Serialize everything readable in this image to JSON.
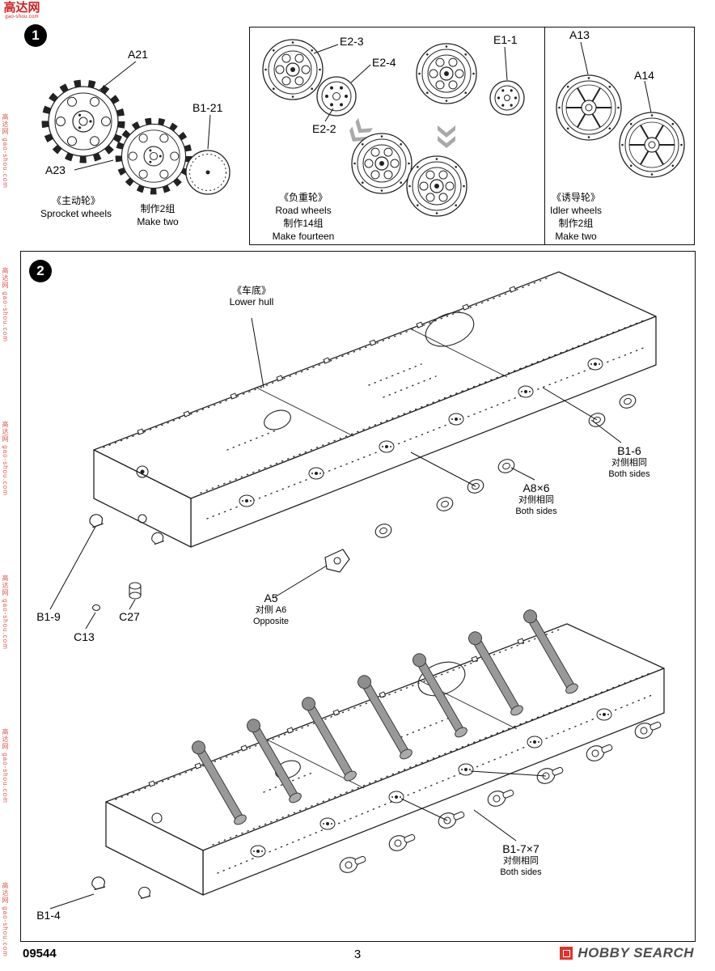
{
  "watermark": {
    "site_name": "高达网",
    "site_url": "gao-shou.com",
    "strip_text": "高达网 gao-shou.com"
  },
  "step1": {
    "number": "1",
    "sprocket": {
      "labels": {
        "a21": "A21",
        "a23": "A23",
        "b121": "B1-21"
      },
      "caption_cn": "《主动轮》",
      "caption_en": "Sprocket wheels",
      "make_cn": "制作2组",
      "make_en": "Make two"
    },
    "road": {
      "labels": {
        "e23": "E2-3",
        "e24": "E2-4",
        "e22": "E2-2",
        "e11": "E1-1"
      },
      "caption_cn": "《负重轮》",
      "caption_en": "Road wheels",
      "make_cn": "制作14组",
      "make_en": "Make fourteen"
    },
    "idler": {
      "labels": {
        "a13": "A13",
        "a14": "A14"
      },
      "caption_cn": "《诱导轮》",
      "caption_en": "Idler wheels",
      "make_cn": "制作2组",
      "make_en": "Make two"
    }
  },
  "step2": {
    "number": "2",
    "hull_caption_cn": "《车底》",
    "hull_caption_en": "Lower hull",
    "callouts": {
      "b16": {
        "label": "B1-6",
        "note_cn": "对侧相同",
        "note_en": "Both sides"
      },
      "a8": {
        "label": "A8×6",
        "note_cn": "对侧相同",
        "note_en": "Both sides"
      },
      "a5": {
        "label": "A5",
        "note_cn": "对侧 A6",
        "note_en": "Opposite"
      },
      "b19": {
        "label": "B1-9"
      },
      "c13": {
        "label": "C13"
      },
      "c27": {
        "label": "C27"
      },
      "b17": {
        "label": "B1-7×7",
        "note_cn": "对侧相同",
        "note_en": "Both sides"
      },
      "b14": {
        "label": "B1-4"
      }
    }
  },
  "footer": {
    "kit_number": "09544",
    "page_number": "3",
    "brand": "HOBBY SEARCH"
  }
}
